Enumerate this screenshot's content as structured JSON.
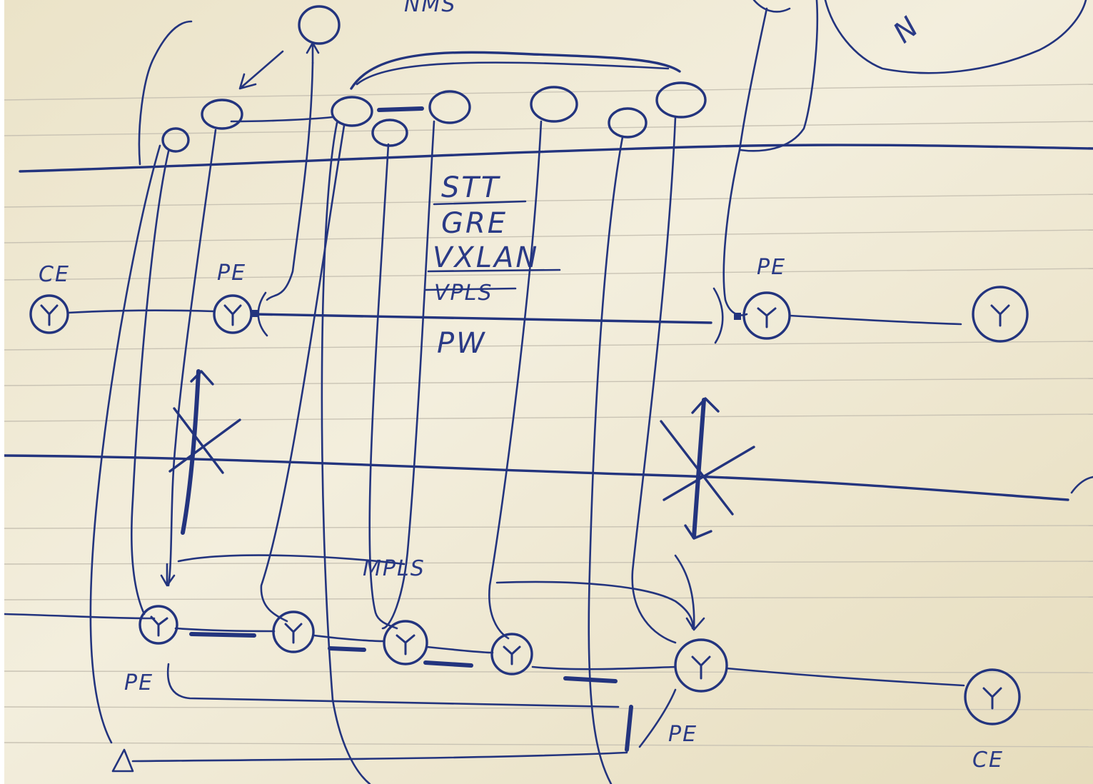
{
  "photo": {
    "subject": "hand-drawn network sketch on lined notebook paper",
    "paper_color": "#f1ecd9",
    "ink_color": "#23347e"
  },
  "labels": {
    "ce_left": "CE",
    "pe_left": "PE",
    "pe_right": "PE",
    "ce_right_top": "",
    "pe_bottom_left": "PE",
    "pe_bottom_right": "PE",
    "ce_bottom_right": "CE",
    "mpls": "MPLS",
    "top_center_partial": "NMS",
    "top_right_partial": "N"
  },
  "tunnel_list": [
    "STT",
    "GRE",
    "VXLAN",
    "VPLS",
    "PW"
  ],
  "tunnel_list_notes": {
    "underlined": [
      "STT",
      "VXLAN"
    ],
    "struck_through": [
      "VPLS"
    ]
  }
}
